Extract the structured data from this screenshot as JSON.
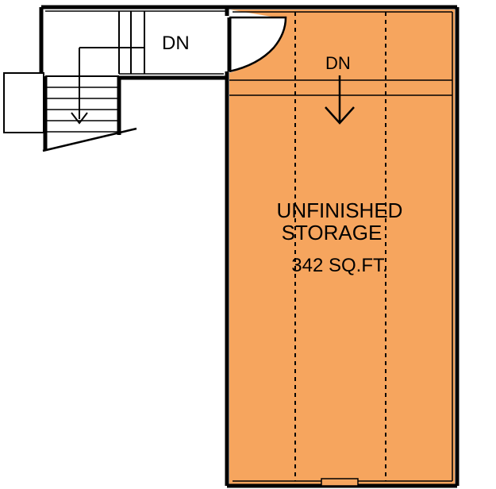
{
  "labels": {
    "stair_dn": "DN",
    "room_dn": "DN",
    "room_name_line1": "UNFINISHED",
    "room_name_line2": "STORAGE",
    "room_area": "342 SQ.FT."
  },
  "colors": {
    "room_fill": "#F6A55E",
    "wall": "#000000",
    "background": "#FFFFFF"
  }
}
